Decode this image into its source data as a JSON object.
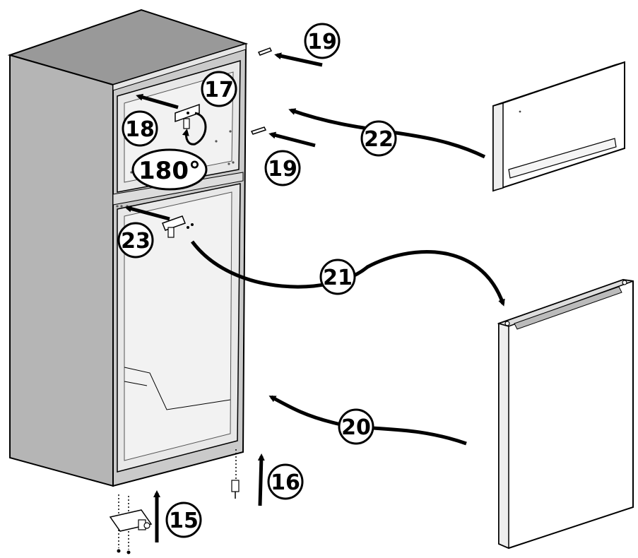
{
  "callouts": {
    "c15": "15",
    "c16": "16",
    "c17": "17",
    "c18": "18",
    "c19_top": "19",
    "c19_mid": "19",
    "c20": "20",
    "c21": "21",
    "c22": "22",
    "c23": "23"
  },
  "rotation": {
    "label": "180°"
  },
  "colors": {
    "cabinet_top": "#999999",
    "cabinet_side": "#b5b5b5",
    "cabinet_front": "#c9c9c9",
    "door_panel": "#ffffff",
    "outline": "#000000"
  }
}
